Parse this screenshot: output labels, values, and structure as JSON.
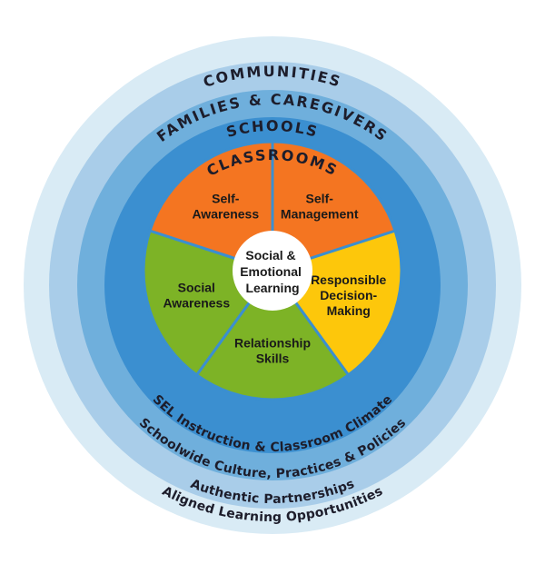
{
  "rings": {
    "communities": "COMMUNITIES",
    "families": "FAMILIES & CAREGIVERS",
    "schools": "SCHOOLS",
    "classrooms": "CLASSROOMS"
  },
  "bottom_labels": {
    "sel_instruction": "SEL Instruction & Classroom Climate",
    "schoolwide": "Schoolwide Culture, Practices & Policies",
    "partnerships": "Authentic Partnerships",
    "aligned": "Aligned Learning Opportunities"
  },
  "center": [
    "Social &",
    "Emotional",
    "Learning"
  ],
  "competencies": [
    {
      "lines": [
        "Self-",
        "Awareness"
      ],
      "color": "#f47521"
    },
    {
      "lines": [
        "Self-",
        "Management"
      ],
      "color": "#f47521"
    },
    {
      "lines": [
        "Responsible",
        "Decision-",
        "Making"
      ],
      "color": "#fdc70b"
    },
    {
      "lines": [
        "Relationship",
        "Skills"
      ],
      "color": "#7db326"
    },
    {
      "lines": [
        "Social",
        "Awareness"
      ],
      "color": "#7db326"
    }
  ],
  "colors": {
    "ring_communities": "#d9ebf5",
    "ring_families": "#a9cde9",
    "ring_schools": "#6fafdc",
    "ring_classrooms": "#3b8fd0",
    "segment_border": "#3b8fd0",
    "center": "#ffffff"
  }
}
